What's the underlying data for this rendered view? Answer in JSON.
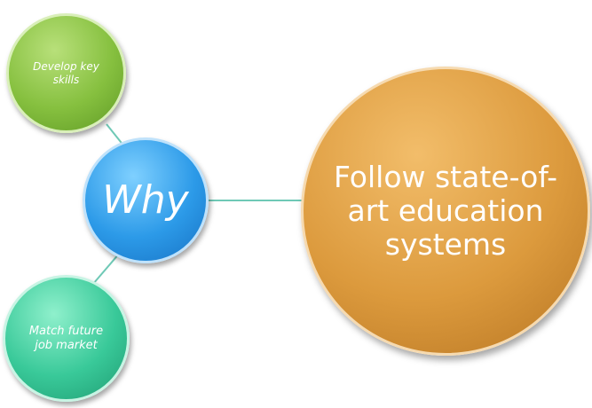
{
  "nodes": {
    "why": {
      "label": "Why"
    },
    "skills": {
      "label": "Develop key skills"
    },
    "market": {
      "label": "Match future job market"
    },
    "follow": {
      "label": "Follow state-of-art education systems"
    }
  },
  "colors": {
    "connector": "#6fc9b6",
    "skills": "#86c03f",
    "why": "#2c9ae8",
    "market": "#39c999",
    "follow": "#dc9a3d"
  }
}
